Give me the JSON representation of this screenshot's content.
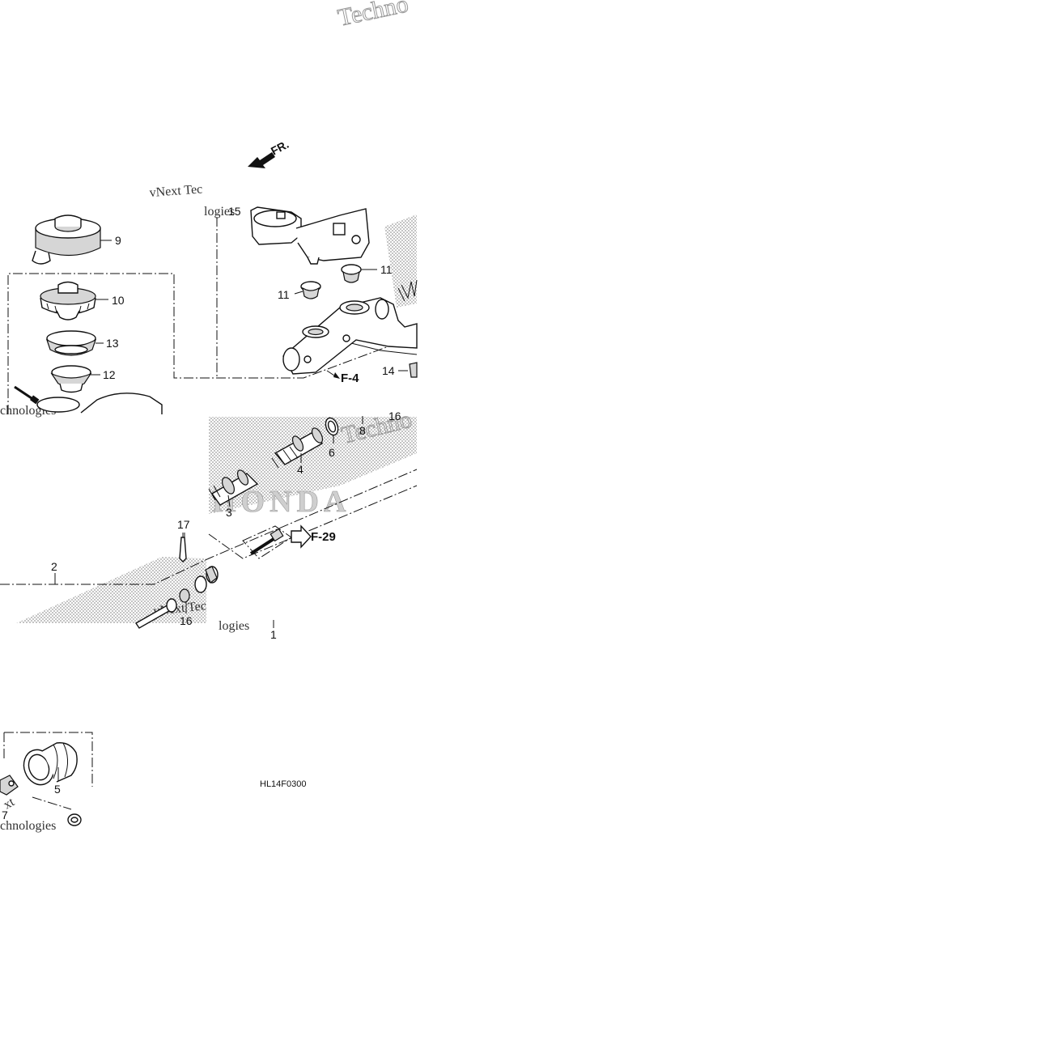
{
  "diagram": {
    "code": "HL14F0300",
    "direction_label": "FR.",
    "refs": {
      "f4": "F-4",
      "f29": "F-29"
    },
    "callouts": {
      "p1": "1",
      "p2": "2",
      "p3": "3",
      "p4": "4",
      "p5": "5",
      "p6": "6",
      "p7": "7",
      "p8": "8",
      "p9": "9",
      "p10": "10",
      "p11a": "11",
      "p11b": "11",
      "p12": "12",
      "p13": "13",
      "p14": "14",
      "p15": "15",
      "p16": "16",
      "p17": "17"
    },
    "watermarks": {
      "w1": "Techno",
      "w2": "vNext Tec",
      "w3": "logies",
      "w4": "Techno",
      "w5": "vNext Tec",
      "w6": "logies",
      "w7": "chnologies",
      "w8": "xt",
      "w9": "HONDA"
    },
    "colors": {
      "line": "#111111",
      "background": "#ffffff",
      "halftone": "#bdbdbd"
    }
  }
}
